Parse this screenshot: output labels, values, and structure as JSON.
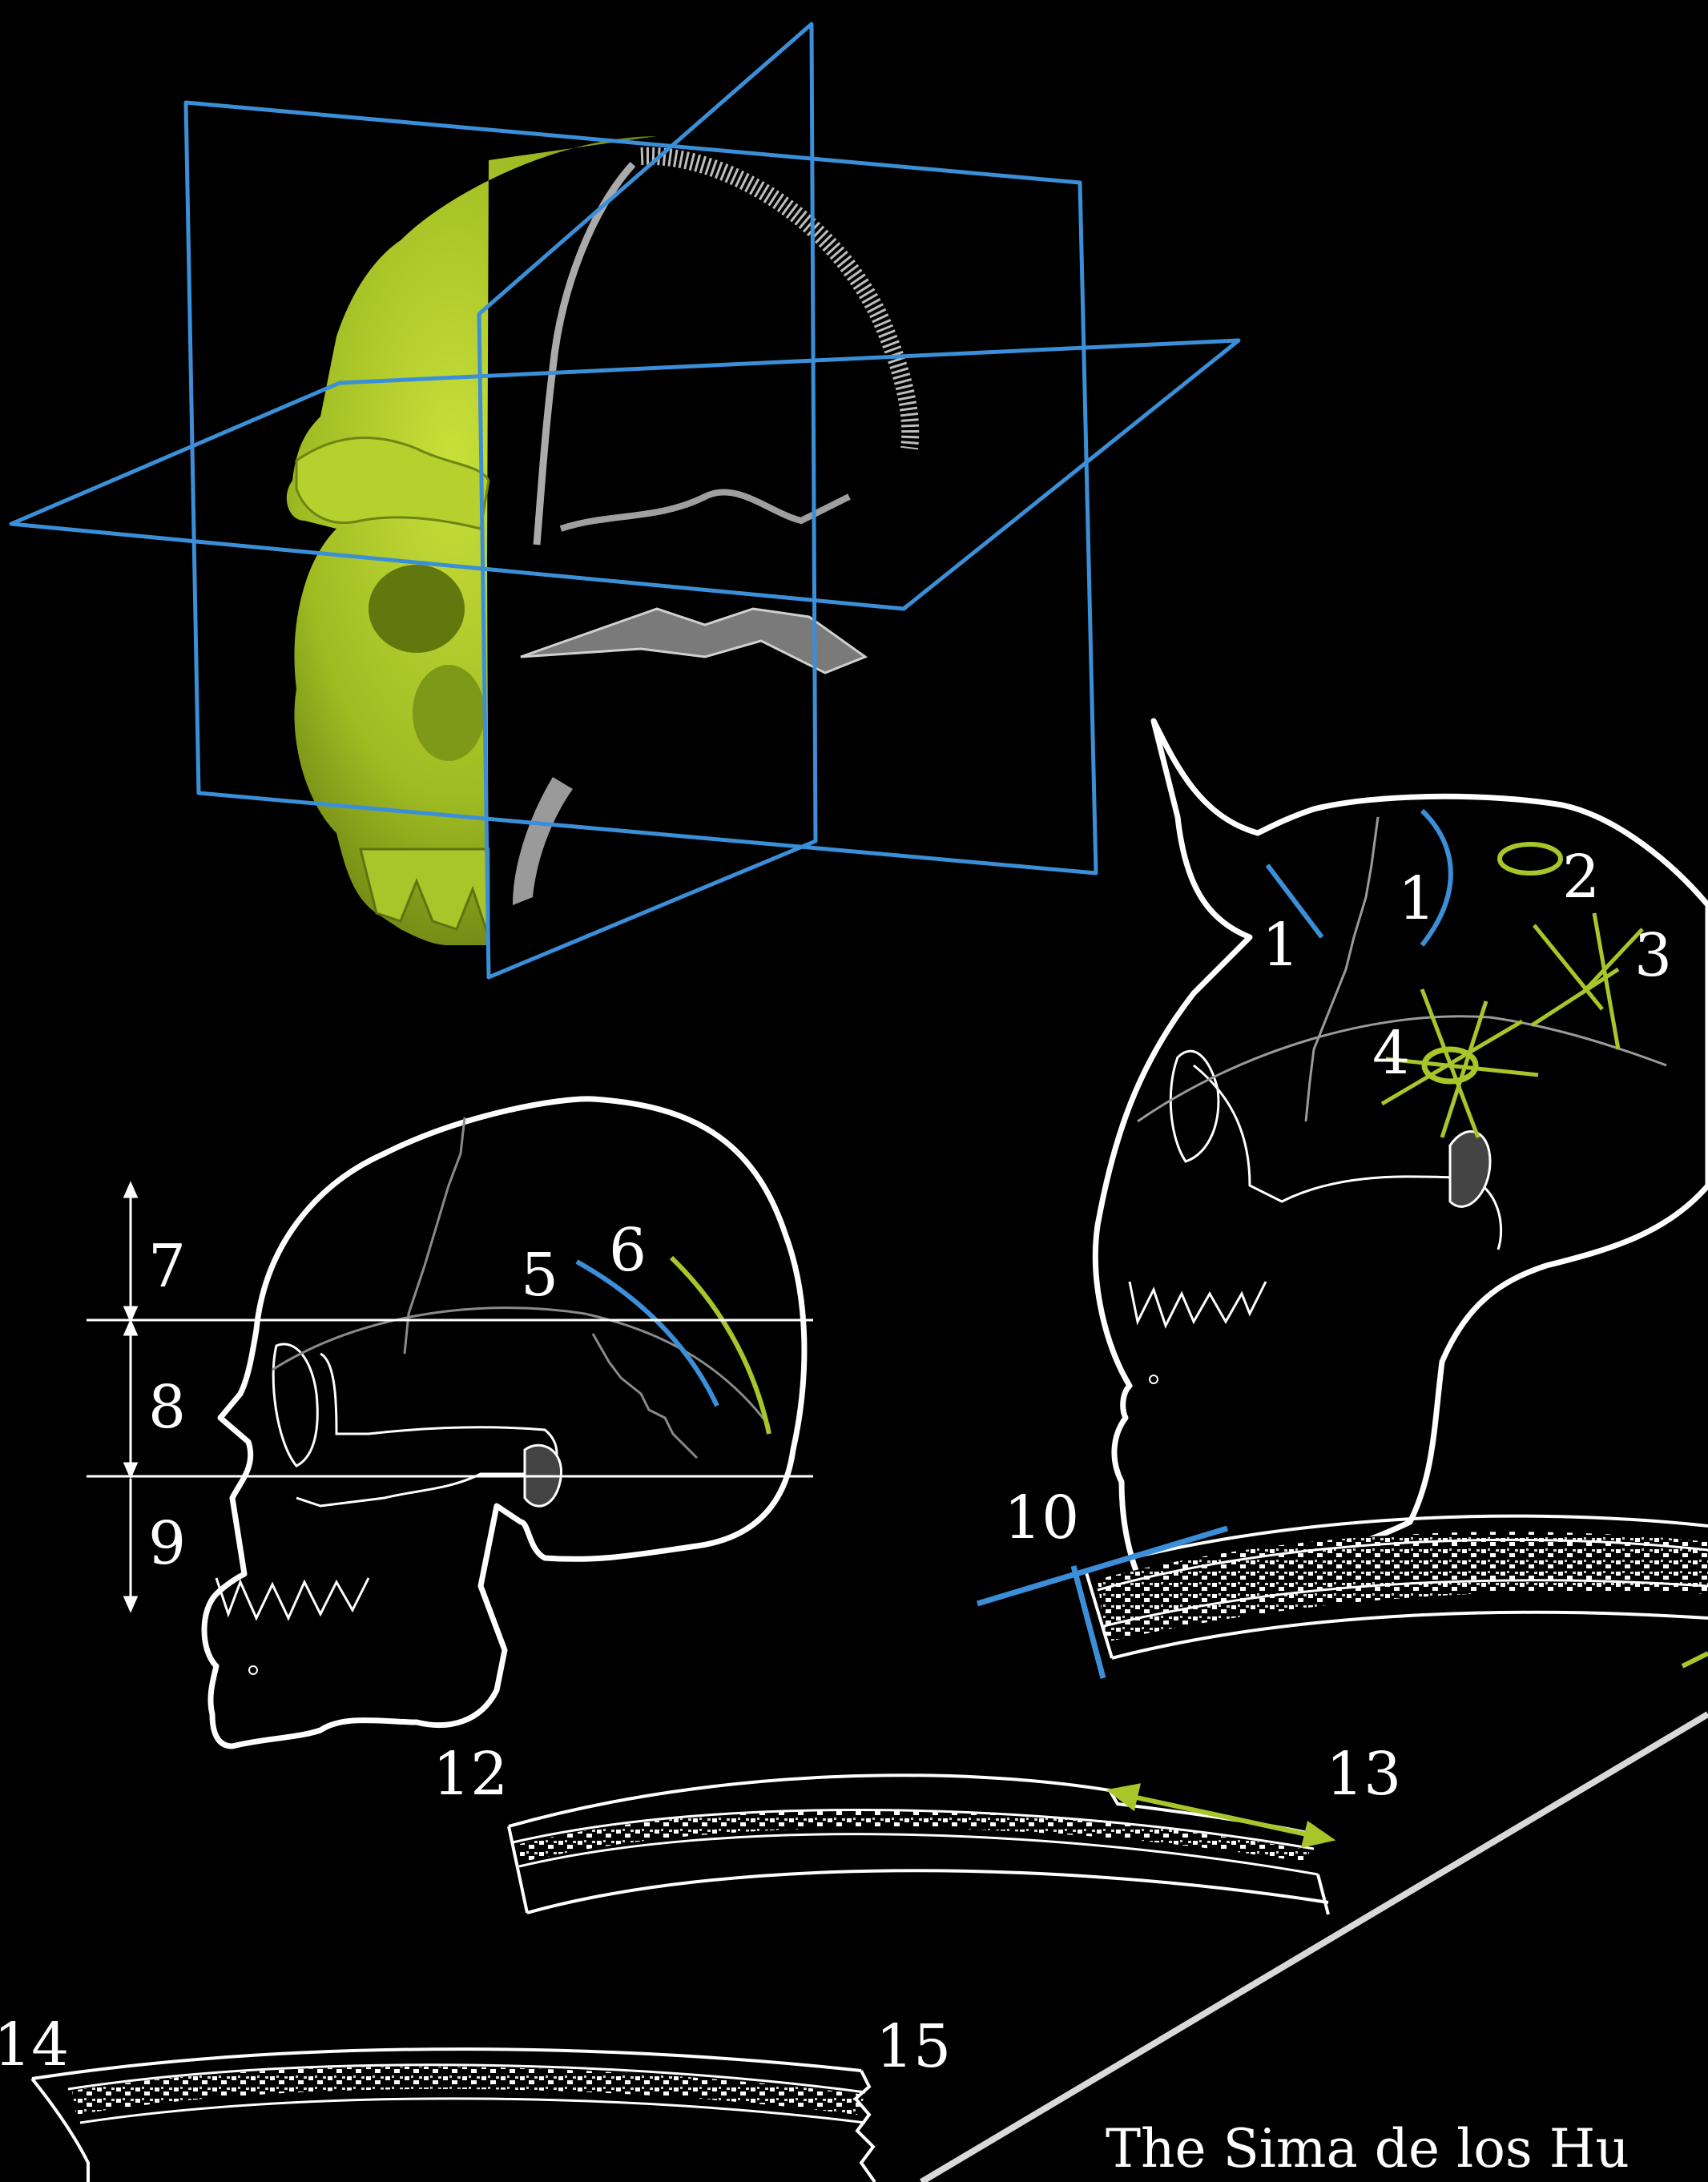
{
  "labels": {
    "l1a": "1",
    "l1b": "1",
    "l2": "2",
    "l3": "3",
    "l4": "4",
    "l5": "5",
    "l6": "6",
    "l7": "7",
    "l8": "8",
    "l9": "9",
    "l10": "10",
    "l12": "12",
    "l13": "13",
    "l14": "14",
    "l15": "15"
  },
  "caption": "The Sima de los Hu",
  "colors": {
    "background": "#000000",
    "plane_blue": "#3b8fd9",
    "skull_green": "#a8c62a",
    "line_white": "#ffffff",
    "bone_grey": "#9a9a9a"
  }
}
